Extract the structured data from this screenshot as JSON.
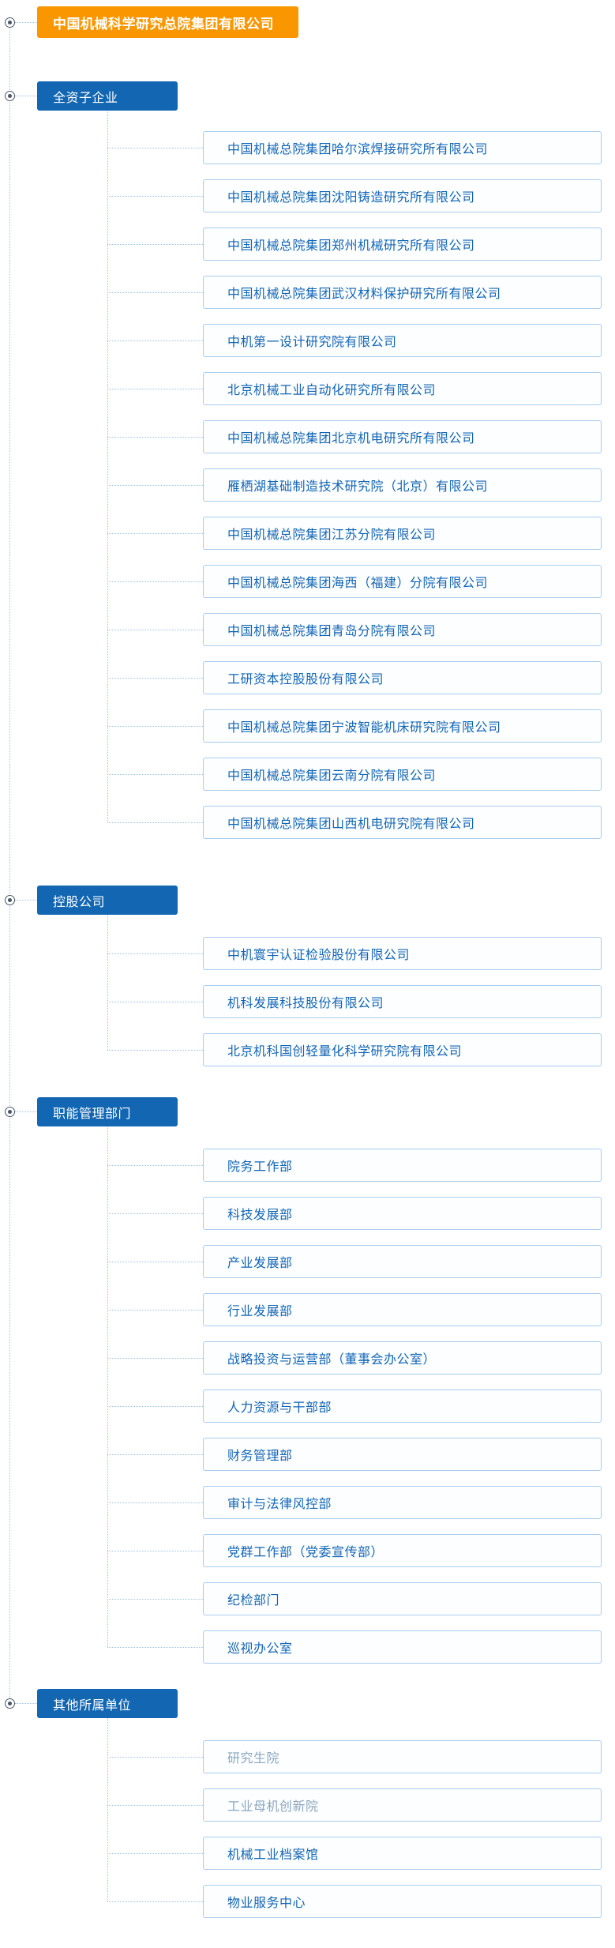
{
  "colors": {
    "root_bg": "#FA9600",
    "root_text": "#FFFFFF",
    "category_bg": "#1266B2",
    "category_text": "#FFFFFF",
    "leaf_bg": "#FDFEFF",
    "leaf_border": "#A9CCEE",
    "leaf_text": "#1265B5",
    "muted_text": "#8BA6BF",
    "connector": "#9CC2E5",
    "icon": "#4A5568"
  },
  "icons": {
    "collapse_icon": "circled-dot"
  },
  "org_chart": {
    "root": {
      "label": "中国机械科学研究总院集团有限公司"
    },
    "categories": [
      {
        "label": "全资子企业",
        "children": [
          {
            "label": "中国机械总院集团哈尔滨焊接研究所有限公司"
          },
          {
            "label": "中国机械总院集团沈阳铸造研究所有限公司"
          },
          {
            "label": "中国机械总院集团郑州机械研究所有限公司"
          },
          {
            "label": "中国机械总院集团武汉材料保护研究所有限公司"
          },
          {
            "label": "中机第一设计研究院有限公司"
          },
          {
            "label": "北京机械工业自动化研究所有限公司"
          },
          {
            "label": "中国机械总院集团北京机电研究所有限公司"
          },
          {
            "label": "雁栖湖基础制造技术研究院（北京）有限公司"
          },
          {
            "label": "中国机械总院集团江苏分院有限公司"
          },
          {
            "label": "中国机械总院集团海西（福建）分院有限公司"
          },
          {
            "label": "中国机械总院集团青岛分院有限公司"
          },
          {
            "label": "工研资本控股股份有限公司"
          },
          {
            "label": "中国机械总院集团宁波智能机床研究院有限公司"
          },
          {
            "label": "中国机械总院集团云南分院有限公司"
          },
          {
            "label": "中国机械总院集团山西机电研究院有限公司"
          }
        ]
      },
      {
        "label": "控股公司",
        "children": [
          {
            "label": "中机寰宇认证检验股份有限公司"
          },
          {
            "label": "机科发展科技股份有限公司"
          },
          {
            "label": "北京机科国创轻量化科学研究院有限公司"
          }
        ]
      },
      {
        "label": "职能管理部门",
        "children": [
          {
            "label": "院务工作部"
          },
          {
            "label": "科技发展部"
          },
          {
            "label": "产业发展部"
          },
          {
            "label": "行业发展部"
          },
          {
            "label": "战略投资与运营部（董事会办公室）"
          },
          {
            "label": "人力资源与干部部"
          },
          {
            "label": "财务管理部"
          },
          {
            "label": "审计与法律风控部"
          },
          {
            "label": "党群工作部（党委宣传部）"
          },
          {
            "label": "纪检部门"
          },
          {
            "label": "巡视办公室"
          }
        ]
      },
      {
        "label": "其他所属单位",
        "children": [
          {
            "label": "研究生院",
            "muted": true
          },
          {
            "label": "工业母机创新院",
            "muted": true
          },
          {
            "label": "机械工业档案馆"
          },
          {
            "label": "物业服务中心"
          }
        ]
      }
    ]
  }
}
